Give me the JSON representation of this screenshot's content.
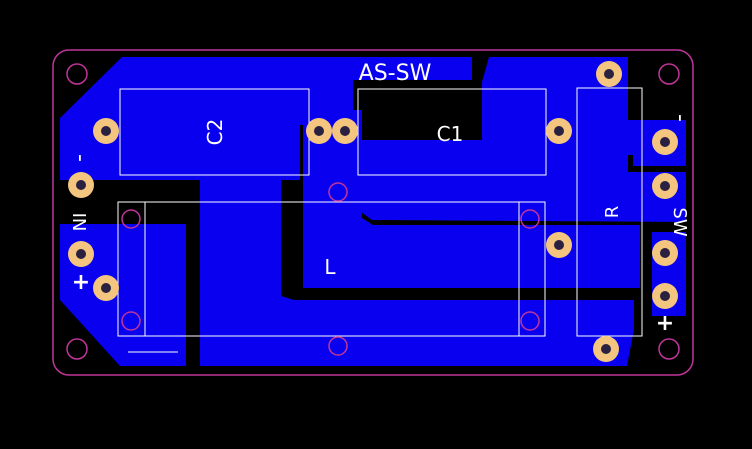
{
  "colors": {
    "background": "#000000",
    "copper": "#0a00f0",
    "pad": "#f3c57e",
    "drill": "#2a2040",
    "silkscreen": "#ffffff",
    "outline": "#c0359a"
  },
  "board": {
    "title": "AS-SW",
    "input_label": "IN",
    "output_label": "SW",
    "plus": "+",
    "minus": "-"
  },
  "components": {
    "c1": "C1",
    "c2": "C2",
    "l": "L",
    "r": "R"
  }
}
